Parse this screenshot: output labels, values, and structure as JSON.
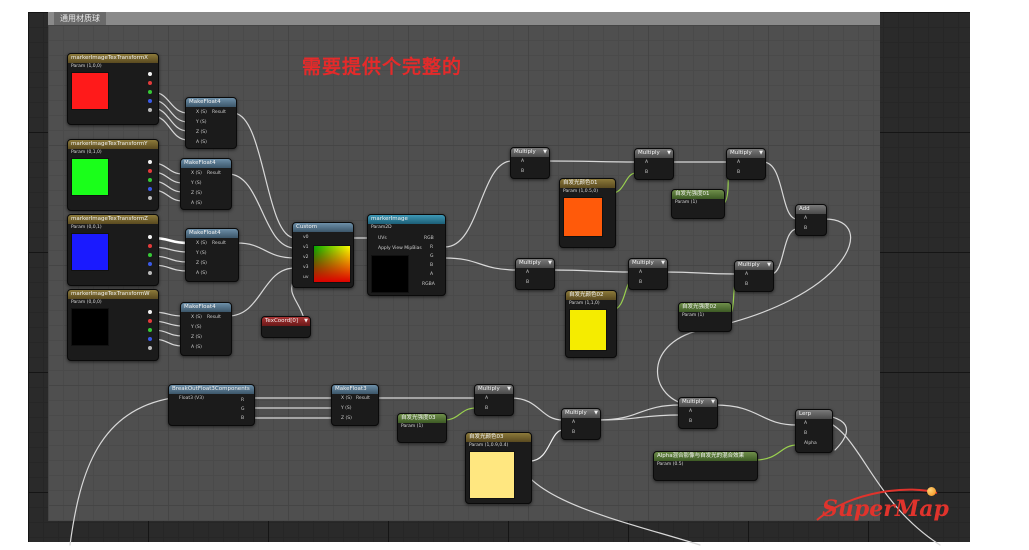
{
  "editor": {
    "title": "通用材质球"
  },
  "annotation": {
    "heading": "需要提供个完整的"
  },
  "watermark": {
    "brand": "SuperMap"
  },
  "colors": {
    "heading_red": "#e42a2a",
    "swatch_red": "#ff1a1a",
    "swatch_green": "#1aff1a",
    "swatch_blue": "#1a1aff",
    "swatch_black": "#000000",
    "swatch_orange": "#ff5a0a",
    "swatch_yellow": "#f5ec00",
    "swatch_lightyellow": "#ffe780"
  },
  "nodes": {
    "tex_x": {
      "title": "markerImageTexTransformX",
      "subtitle": "Param (1,0,0)"
    },
    "tex_y": {
      "title": "markerImageTexTransformY",
      "subtitle": "Param (0,1,0)"
    },
    "tex_z": {
      "title": "markerImageTexTransformZ",
      "subtitle": "Param (0,0,1)"
    },
    "tex_w": {
      "title": "markerImageTexTransformW",
      "subtitle": "Param (0,0,0)"
    },
    "make1": {
      "title": "MakeFloat4",
      "pins": [
        "X (S)",
        "Y (S)",
        "Z (S)",
        "A (S)"
      ],
      "out": "Result"
    },
    "make2": {
      "title": "MakeFloat4",
      "pins": [
        "X (S)",
        "Y (S)",
        "Z (S)",
        "A (S)"
      ],
      "out": "Result"
    },
    "make3": {
      "title": "MakeFloat4",
      "pins": [
        "X (S)",
        "Y (S)",
        "Z (S)",
        "A (S)"
      ],
      "out": "Result"
    },
    "make4": {
      "title": "MakeFloat4",
      "pins": [
        "X (S)",
        "Y (S)",
        "Z (S)",
        "A (S)"
      ],
      "out": "Result"
    },
    "custom": {
      "title": "Custom",
      "pins": [
        "v0",
        "v1",
        "v2",
        "v3",
        "uv"
      ]
    },
    "texcoord": {
      "title": "TexCoord[0]"
    },
    "marker": {
      "title": "markerImage",
      "subtitle": "Param2D",
      "pins": [
        "UVs",
        "Apply View MipBias"
      ],
      "outs": [
        "RGB",
        "R",
        "G",
        "B",
        "A",
        "RGBA"
      ]
    },
    "mul1": {
      "title": "Multiply",
      "pins": [
        "A",
        "B"
      ]
    },
    "mul2": {
      "title": "Multiply",
      "pins": [
        "A",
        "B"
      ]
    },
    "mul3": {
      "title": "Multiply",
      "pins": [
        "A",
        "B"
      ]
    },
    "mul4": {
      "title": "Multiply",
      "pins": [
        "A",
        "B"
      ]
    },
    "mul5": {
      "title": "Multiply",
      "pins": [
        "A",
        "B"
      ]
    },
    "mul6": {
      "title": "Multiply",
      "pins": [
        "A",
        "B"
      ]
    },
    "mul7": {
      "title": "Multiply",
      "pins": [
        "A",
        "B"
      ]
    },
    "mul8": {
      "title": "Multiply",
      "pins": [
        "A",
        "B"
      ]
    },
    "mul9": {
      "title": "Multiply",
      "pins": [
        "A",
        "B"
      ]
    },
    "col1": {
      "title": "自发光颜色01",
      "subtitle": "Param (1,0.5,0)"
    },
    "col2": {
      "title": "自发光颜色02",
      "subtitle": "Param (1,1,0)"
    },
    "col3": {
      "title": "自发光颜色03",
      "subtitle": "Param (1,0.9,0.4)"
    },
    "str1": {
      "title": "自发光强度01",
      "subtitle": "Param (1)"
    },
    "str2": {
      "title": "自发光强度02",
      "subtitle": "Param (1)"
    },
    "str3": {
      "title": "自发光强度03",
      "subtitle": "Param (1)"
    },
    "add": {
      "title": "Add",
      "pins": [
        "A",
        "B"
      ]
    },
    "lerp": {
      "title": "Lerp",
      "pins": [
        "A",
        "B",
        "Alpha"
      ]
    },
    "break": {
      "title": "BreakOutFloat3Components",
      "pin": "Float3 (V3)",
      "outs": [
        "R",
        "G",
        "B"
      ]
    },
    "make3f": {
      "title": "MakeFloat3",
      "pins": [
        "X (S)",
        "Y (S)",
        "Z (S)"
      ],
      "out": "Result"
    },
    "alpha": {
      "title": "Alpha混合影像与自发光的混合效果",
      "subtitle": "Param (0.5)"
    }
  }
}
